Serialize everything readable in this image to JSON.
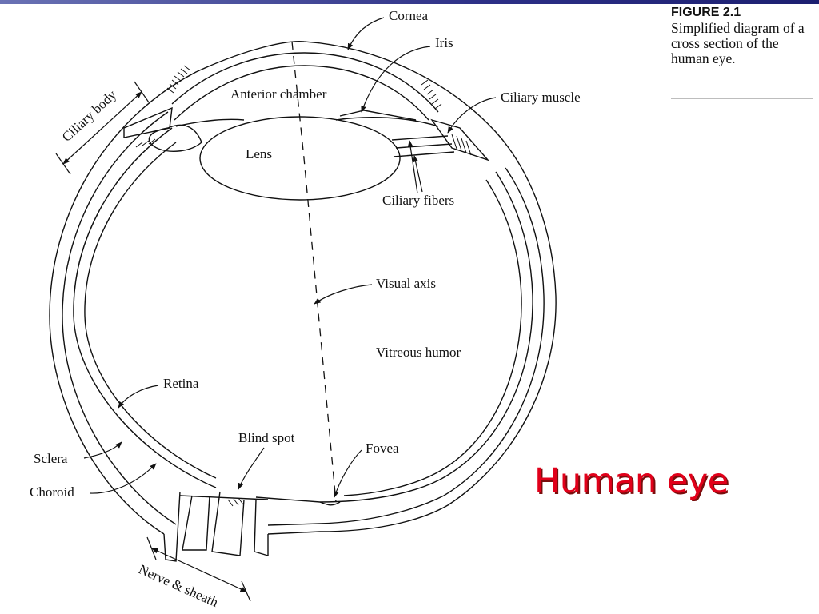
{
  "slide": {
    "title": "Human eye",
    "title_color": "#e1001a",
    "accent_bar_color": "#2c2f86"
  },
  "figure": {
    "number": "FIGURE 2.1",
    "caption": "Simplified diagram of a cross section of the human eye."
  },
  "labels": {
    "cornea": "Cornea",
    "iris": "Iris",
    "ciliary_muscle": "Ciliary muscle",
    "ciliary_body": "Ciliary body",
    "anterior_chamber": "Anterior chamber",
    "lens": "Lens",
    "ciliary_fibers": "Ciliary fibers",
    "visual_axis": "Visual axis",
    "vitreous_humor": "Vitreous humor",
    "retina": "Retina",
    "blind_spot": "Blind spot",
    "fovea": "Fovea",
    "sclera": "Sclera",
    "choroid": "Choroid",
    "nerve_sheath": "Nerve & sheath"
  }
}
